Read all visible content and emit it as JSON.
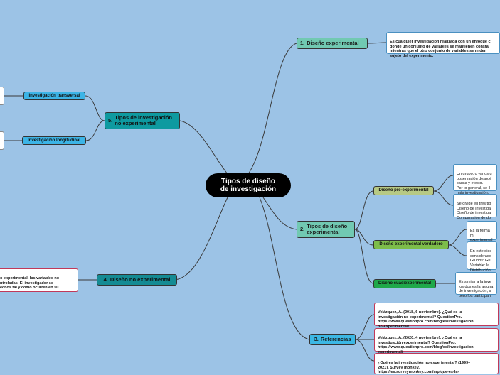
{
  "center": {
    "title": "Tipos de diseño\nde investigación"
  },
  "branches": {
    "b1": {
      "num": "1.",
      "label": "Diseño experimental"
    },
    "b2": {
      "num": "2.",
      "label": "Tipos de diseño\nexperimental"
    },
    "b3": {
      "num": "3.",
      "label": "Referencias"
    },
    "b4": {
      "num": "4.",
      "label": "Diseño no experimental"
    },
    "b5": {
      "num": "5.",
      "label": "Tipos de investigación\nno experimental"
    }
  },
  "subs": {
    "pre": "Diseño pre-experimental",
    "verdadero": "Diseño experimental verdadero",
    "cuasi": "Diseño cuasiexperimental",
    "transversal": "Investigación transversal",
    "longitudinal": "Investigación longitudinal"
  },
  "cards": {
    "c1": "Es cualquier investigación realizada con un enfoque c\ndonde un conjunto de variables se mantienen consta\nmientras que el otro conjunto de variables se miden\nsujeto del experimento.",
    "pre1": "Un grupo, o varios g\nobservación despué\ncausa y efecto.\nPor lo general, se ll\nmás investigación.",
    "pre2": "Se divide en tres tip\nDiseño de investiga\nDiseño de investiga\nComparación de do",
    "ver1": "Es la forma m\nexperimental\nprobar o refu",
    "ver2": "En este dise\nconsiderado\nGrupos: Gru\nVariable: la\nDistribución:",
    "cuasi1": "Es similar a la inve\nlos dos es la asigna\nde investigación, s\npero los participan",
    "ref1": "Velázquez, A. (2018, 6 noviembre). ¿Qué es la\ninvestigación no experimental? QuestionPro.\nhttps://www.questionpro.com/blog/es/investigacion\nno-experimental/",
    "ref2": "Velázquez, A. (2020, 4 noviembre). ¿Qué es la\ninvestigación experimental? QuestionPro.\nhttps://www.questionpro.com/blog/es/investigacion\nexperimental/",
    "ref3": "¿Qué es la investigación no experimental? (1999–\n2021). Survey monkey.\nhttps://es.surveymonkey.com/mp/que-es-la-",
    "noexp": "o experimental, las variables no\nntroladas. El investigador se\nechos tal y como ocurren en su",
    "trans": "",
    "long": ""
  }
}
